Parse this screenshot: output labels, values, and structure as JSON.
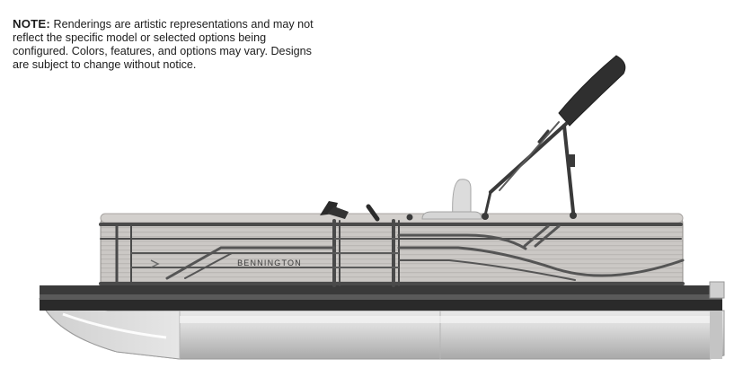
{
  "note": {
    "label": "NOTE:",
    "text": "Renderings are artistic representations and may not reflect the specific model or selected options being configured. Colors, features, and options may vary. Designs are subject to change without notice."
  },
  "boat": {
    "brand_text": "BENNINGTON",
    "colors": {
      "panel": "#c9c6c3",
      "rail": "#4a4a4a",
      "accent": "#5b5b5b",
      "deck": "#3d3d3d",
      "pontoon": "#d9d9d9",
      "bimini": "#2f2f2f"
    }
  }
}
